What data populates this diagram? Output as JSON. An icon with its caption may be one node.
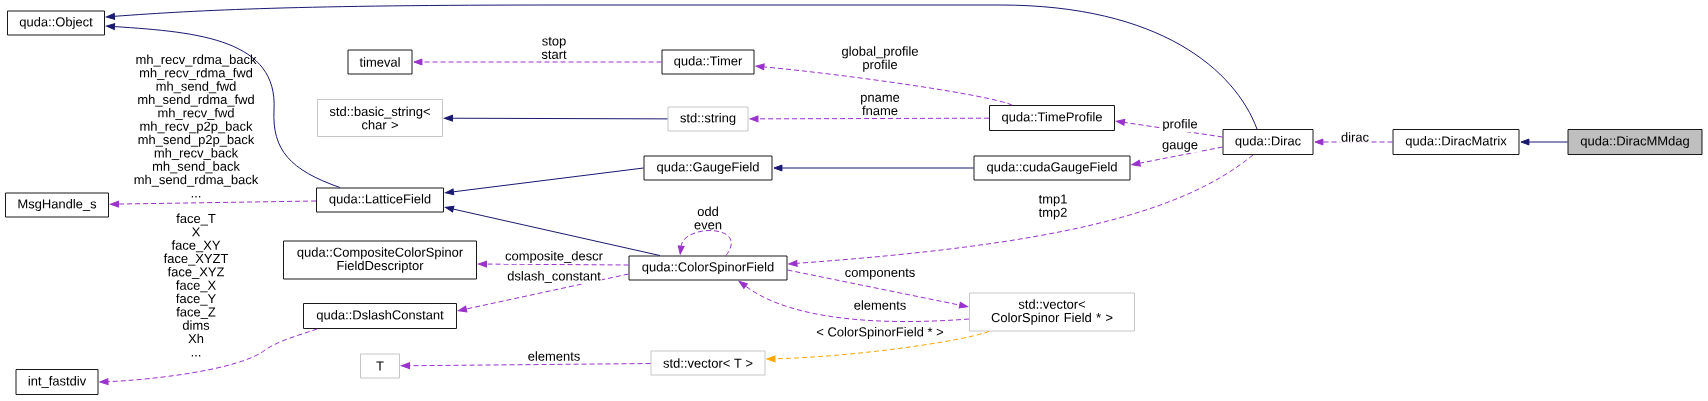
{
  "diagram": {
    "nodes": [
      {
        "text": [
          "quda::Object"
        ]
      },
      {
        "text": [
          "timeval"
        ]
      },
      {
        "text": [
          "quda::Timer"
        ]
      },
      {
        "text": [
          "std::basic_string< char >"
        ]
      },
      {
        "text": [
          "std::string"
        ]
      },
      {
        "text": [
          "quda::TimeProfile"
        ]
      },
      {
        "text": [
          "MsgHandle_s"
        ]
      },
      {
        "text": [
          "quda::LatticeField"
        ]
      },
      {
        "text": [
          "quda::GaugeField"
        ]
      },
      {
        "text": [
          "quda::cudaGaugeField"
        ]
      },
      {
        "text": [
          "quda::Dirac"
        ]
      },
      {
        "text": [
          "quda::DiracMatrix"
        ]
      },
      {
        "text": [
          "quda::DiracMMdag"
        ]
      },
      {
        "text": [
          "quda::CompositeColorSpinor FieldDescriptor"
        ]
      },
      {
        "text": [
          "quda::ColorSpinorField"
        ]
      },
      {
        "text": [
          "quda::DslashConstant"
        ]
      },
      {
        "text": [
          "std::vector< ColorSpinor Field * >"
        ]
      },
      {
        "text": [
          "T"
        ]
      },
      {
        "text": [
          "std::vector< T >"
        ]
      },
      {
        "text": [
          "int_fastdiv"
        ]
      }
    ],
    "edges": [
      {
        "from": 10,
        "to": 0,
        "arrow": "to",
        "color": "#191970"
      },
      {
        "from": 7,
        "to": 0,
        "arrow": "to",
        "color": "#191970"
      },
      {
        "from": 2,
        "to": 1,
        "arrow": "to",
        "style": "dashed",
        "label": "stop start"
      },
      {
        "from": 5,
        "to": 2,
        "arrow": "to",
        "style": "dashed",
        "label": "global_profile profile"
      },
      {
        "from": 4,
        "to": 3,
        "arrow": "to",
        "color": "#191970"
      },
      {
        "from": 5,
        "to": 4,
        "arrow": "to",
        "style": "dashed",
        "label": "pname fname"
      },
      {
        "from": 7,
        "to": 6,
        "arrow": "to",
        "style": "dashed",
        "label": "mh_recv_rdma_back mh_recv_rdma_fwd mh_send_fwd mh_send_rdma_fwd mh_recv_fwd mh_recv_p2p_back mh_send_p2p_back mh_recv_back mh_send_back mh_send_rdma_back ..."
      },
      {
        "from": 8,
        "to": 7,
        "arrow": "to",
        "color": "#191970"
      },
      {
        "from": 9,
        "to": 8,
        "arrow": "to",
        "color": "#191970"
      },
      {
        "from": 14,
        "to": 7,
        "arrow": "to",
        "color": "#191970"
      },
      {
        "from": 14,
        "to": 14,
        "arrow": "to",
        "style": "dashed",
        "label": "odd even"
      },
      {
        "from": 14,
        "to": 13,
        "arrow": "to",
        "style": "dashed",
        "label": "composite_descr"
      },
      {
        "from": 14,
        "to": 15,
        "arrow": "to",
        "style": "dashed",
        "label": "dslash_constant"
      },
      {
        "from": 15,
        "to": 19,
        "arrow": "to",
        "style": "dashed",
        "label": "face_T X face_XY face_XYZT face_XYZ face_X face_Y face_Z dims Xh ..."
      },
      {
        "from": 10,
        "to": 5,
        "arrow": "to",
        "style": "dashed",
        "label": "profile"
      },
      {
        "from": 10,
        "to": 9,
        "arrow": "to",
        "style": "dashed",
        "label": "gauge"
      },
      {
        "from": 10,
        "to": 14,
        "arrow": "to",
        "style": "dashed",
        "label": "tmp1 tmp2"
      },
      {
        "from": 14,
        "to": 16,
        "arrow": "to",
        "style": "dashed",
        "label": "components"
      },
      {
        "from": 16,
        "to": 14,
        "arrow": "to",
        "style": "dashed",
        "label": "elements"
      },
      {
        "from": 18,
        "to": 17,
        "arrow": "to",
        "style": "dashed",
        "label": "elements"
      },
      {
        "from": 16,
        "to": 18,
        "arrow": "to",
        "style": "dashed",
        "color": "#ffa500",
        "label": "< ColorSpinorField * >"
      },
      {
        "from": 11,
        "to": 10,
        "arrow": "to",
        "style": "dashed",
        "label": "dirac"
      },
      {
        "from": 12,
        "to": 11,
        "arrow": "to",
        "color": "#191970"
      }
    ]
  }
}
